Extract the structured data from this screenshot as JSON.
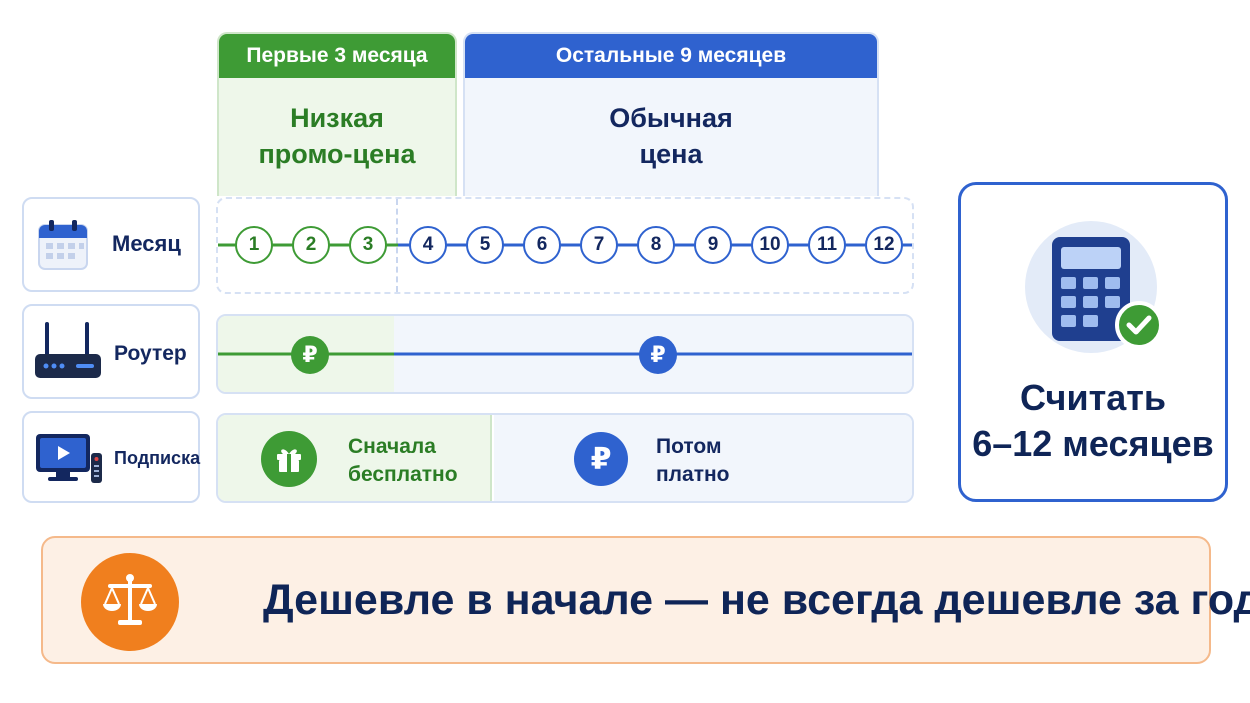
{
  "periods": {
    "first": {
      "header": "Первые 3 месяца",
      "line1": "Низкая",
      "line2": "промо-цена"
    },
    "rest": {
      "header": "Остальные 9 месяцев",
      "line1": "Обычная",
      "line2": "цена"
    }
  },
  "rows": {
    "month": {
      "label": "Месяц",
      "icon": "calendar-icon"
    },
    "router": {
      "label": "Роутер",
      "icon": "router-icon"
    },
    "subscription": {
      "label": "Подписка",
      "icon": "tv-icon"
    }
  },
  "months": [
    "1",
    "2",
    "3",
    "4",
    "5",
    "6",
    "7",
    "8",
    "9",
    "10",
    "11",
    "12"
  ],
  "router_row": {
    "promo_coin": "₽",
    "regular_coin": "₽"
  },
  "subscription_row": {
    "free": {
      "line1": "Сначала",
      "line2": "бесплатно",
      "icon": "gift-icon"
    },
    "paid": {
      "line1": "Потом",
      "line2": "платно",
      "coin": "₽"
    }
  },
  "calc_card": {
    "line1": "Считать",
    "line2": "6–12 месяцев",
    "icon": "calculator-check-icon"
  },
  "banner": {
    "text": "Дешевле в начале — не всегда дешевле за год",
    "icon": "scales-icon"
  },
  "colors": {
    "green": "#3e9b35",
    "blue": "#2f62cf",
    "navy": "#0f2557",
    "orange": "#f07f1e"
  }
}
